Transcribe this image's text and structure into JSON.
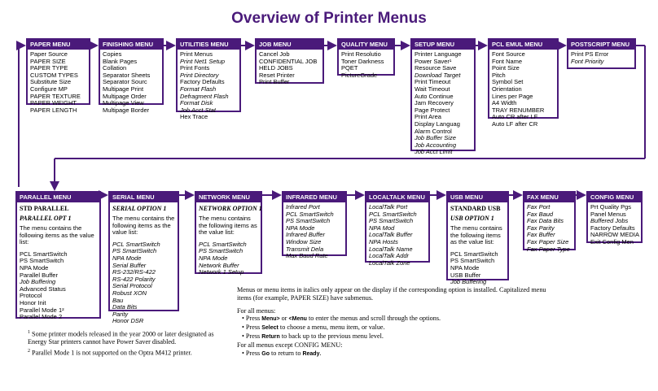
{
  "title": "Overview of Printer Menus",
  "colors": {
    "accent": "#4a1a7a"
  },
  "row1": [
    {
      "name": "PAPER MENU",
      "items": [
        {
          "t": "Paper Source"
        },
        {
          "t": "PAPER SIZE"
        },
        {
          "t": "PAPER TYPE"
        },
        {
          "t": "CUSTOM TYPES"
        },
        {
          "t": "Substitute Size"
        },
        {
          "t": "Configure MP"
        },
        {
          "t": "PAPER TEXTURE"
        },
        {
          "t": "PAPER WEIGHT"
        },
        {
          "t": "PAPER LENGTH"
        }
      ]
    },
    {
      "name": "FINISHING MENU",
      "items": [
        {
          "t": "Copies"
        },
        {
          "t": "Blank Pages"
        },
        {
          "t": "Collation"
        },
        {
          "t": "Separator Sheets"
        },
        {
          "t": "Separator Sourc"
        },
        {
          "t": "Multipage Print"
        },
        {
          "t": "Multipage Order"
        },
        {
          "t": "Multipage View"
        },
        {
          "t": "Multipage Border"
        }
      ]
    },
    {
      "name": "UTILITIES MENU",
      "items": [
        {
          "t": "Print Menus"
        },
        {
          "t": "Print Net1 Setup",
          "i": true
        },
        {
          "t": "Print Fonts"
        },
        {
          "t": "Print Directory",
          "i": true
        },
        {
          "t": "Factory Defaults"
        },
        {
          "t": "Format Flash",
          "i": true
        },
        {
          "t": "Defragment Flash",
          "i": true
        },
        {
          "t": "Format Disk",
          "i": true
        },
        {
          "t": "Job Acct Stat",
          "i": true
        },
        {
          "t": "Hex Trace"
        }
      ]
    },
    {
      "name": "JOB MENU",
      "items": [
        {
          "t": "Cancel Job"
        },
        {
          "t": "CONFIDENTIAL JOB"
        },
        {
          "t": "HELD JOBS"
        },
        {
          "t": "Reset Printer"
        },
        {
          "t": "Print Buffer"
        }
      ]
    },
    {
      "name": "QUALITY MENU",
      "items": [
        {
          "t": "Print Resolutio"
        },
        {
          "t": "Toner Darkness"
        },
        {
          "t": "PQET"
        },
        {
          "t": "PictureGrade"
        }
      ]
    },
    {
      "name": "SETUP MENU",
      "items": [
        {
          "t": "Printer Language"
        },
        {
          "t": "Power Saver¹"
        },
        {
          "t": "Resource Save"
        },
        {
          "t": "Download Target",
          "i": true
        },
        {
          "t": "Print Timeout"
        },
        {
          "t": "Wait Timeout"
        },
        {
          "t": "Auto Continue"
        },
        {
          "t": "Jam Recovery"
        },
        {
          "t": "Page Protect"
        },
        {
          "t": "Print Area"
        },
        {
          "t": "Display Languag"
        },
        {
          "t": "Alarm Control"
        },
        {
          "t": "Job Buffer Size",
          "i": true
        },
        {
          "t": "Job Accounting",
          "i": true
        },
        {
          "t": "Job Acct Limit",
          "i": true
        }
      ]
    },
    {
      "name": "PCL EMUL MENU",
      "items": [
        {
          "t": "Font Source"
        },
        {
          "t": "Font Name"
        },
        {
          "t": "Point Size"
        },
        {
          "t": "Pitch"
        },
        {
          "t": "Symbol Set"
        },
        {
          "t": "Orientation"
        },
        {
          "t": "Lines per Page"
        },
        {
          "t": "A4 Width"
        },
        {
          "t": "TRAY RENUMBER"
        },
        {
          "t": "Auto CR after LF"
        },
        {
          "t": "Auto LF after CR"
        }
      ]
    },
    {
      "name": "POSTSCRIPT MENU",
      "items": [
        {
          "t": "Print PS Error"
        },
        {
          "t": "Font Priority",
          "i": true
        }
      ]
    }
  ],
  "row2": [
    {
      "name": "PARALLEL MENU",
      "head1": "STD PARALLEL",
      "head2": "PARALLEL OPT 1",
      "desc": "The menu contains the following items as the value list:",
      "items": [
        {
          "t": "PCL SmartSwitch"
        },
        {
          "t": "PS SmartSwitch"
        },
        {
          "t": "NPA Mode"
        },
        {
          "t": "Parallel Buffer"
        },
        {
          "t": "Job Buffering",
          "i": true
        },
        {
          "t": "Advanced Status"
        },
        {
          "t": "Protocol"
        },
        {
          "t": "Honor Init"
        },
        {
          "t": "Parallel Mode 1²"
        },
        {
          "t": "Parallel Mode 2"
        }
      ]
    },
    {
      "name": "SERIAL MENU",
      "head2": "SERIAL OPTION 1",
      "desc": "The menu contains the following items as the value list:",
      "items": [
        {
          "t": "PCL SmartSwitch",
          "i": true
        },
        {
          "t": "PS SmartSwitch",
          "i": true
        },
        {
          "t": "NPA Mode",
          "i": true
        },
        {
          "t": "Serial Buffer",
          "i": true
        },
        {
          "t": "RS-232/RS-422",
          "i": true
        },
        {
          "t": "RS-422 Polarity",
          "i": true
        },
        {
          "t": "Serial Protocol",
          "i": true
        },
        {
          "t": "Robust XON",
          "i": true
        },
        {
          "t": "Bau",
          "i": true
        },
        {
          "t": "Data Bits",
          "i": true
        },
        {
          "t": "Parity",
          "i": true
        },
        {
          "t": "Honor DSR",
          "i": true
        }
      ]
    },
    {
      "name": "NETWORK MENU",
      "head2": "NETWORK OPTION 1",
      "desc": "The menu contains the following items as the value list:",
      "items": [
        {
          "t": "PCL SmartSwitch",
          "i": true
        },
        {
          "t": "PS SmartSwitch",
          "i": true
        },
        {
          "t": "NPA Mode",
          "i": true
        },
        {
          "t": "Network Buffer",
          "i": true
        },
        {
          "t": "Network 1 Setup",
          "i": true
        }
      ]
    },
    {
      "name": "INFRARED MENU",
      "items": [
        {
          "t": "Infrared Port",
          "i": true
        },
        {
          "t": "PCL SmartSwitch",
          "i": true
        },
        {
          "t": "PS SmartSwitch",
          "i": true
        },
        {
          "t": "NPA Mode",
          "i": true
        },
        {
          "t": "Infrared Buffer",
          "i": true
        },
        {
          "t": "Window Size",
          "i": true
        },
        {
          "t": "Transmit Dela",
          "i": true
        },
        {
          "t": "Max Baud Rate",
          "i": true
        }
      ]
    },
    {
      "name": "LOCALTALK MENU",
      "items": [
        {
          "t": "LocalTalk Port",
          "i": true
        },
        {
          "t": "PCL SmartSwitch",
          "i": true
        },
        {
          "t": "PS SmartSwitch",
          "i": true
        },
        {
          "t": "NPA Mod",
          "i": true
        },
        {
          "t": "LocalTalk Buffer",
          "i": true
        },
        {
          "t": "NPA Hosts",
          "i": true
        },
        {
          "t": "LocalTalk Name",
          "i": true
        },
        {
          "t": "LocalTalk Addr",
          "i": true
        },
        {
          "t": "LocalTalk Zone",
          "i": true
        }
      ]
    },
    {
      "name": "USB MENU",
      "head1": "STANDARD USB",
      "head2": "USB OPTION 1",
      "desc": "The menu contains the following items as the value list:",
      "items": [
        {
          "t": "PCL SmartSwitch"
        },
        {
          "t": "PS SmartSwitch"
        },
        {
          "t": "NPA Mode"
        },
        {
          "t": "USB Buffer"
        },
        {
          "t": "Job Buffering",
          "i": true
        }
      ]
    },
    {
      "name": "FAX MENU",
      "items": [
        {
          "t": "Fax Port",
          "i": true
        },
        {
          "t": "Fax Baud",
          "i": true
        },
        {
          "t": "Fax Data Bits",
          "i": true
        },
        {
          "t": "Fax Parity",
          "i": true
        },
        {
          "t": "Fax Buffer",
          "i": true
        },
        {
          "t": "Fax Paper Size",
          "i": true
        },
        {
          "t": "Fax Paper Type",
          "i": true
        }
      ]
    },
    {
      "name": "CONFIG MENU",
      "items": [
        {
          "t": "Prt Quality Pgs"
        },
        {
          "t": "Panel Menus"
        },
        {
          "t": "Buffered Jobs",
          "i": true
        },
        {
          "t": "Factory Defaults"
        },
        {
          "t": "NARROW MEDIA"
        },
        {
          "t": "Exit Config Men"
        }
      ]
    }
  ],
  "notes": {
    "intro": "Menus or menu items in italics only appear on the display if the corresponding option is installed. Capitalized menu items (for example, PAPER SIZE) have submenus.",
    "all_menus": "For all menus:",
    "b1_a": "• Press ",
    "b1_k1": "Menu>",
    "b1_b": " or ",
    "b1_k2": "<Menu",
    "b1_c": " to enter the menus and scroll through the options.",
    "b2_a": "• Press ",
    "b2_k": "Select",
    "b2_b": " to choose a menu, menu item, or value.",
    "b3_a": "• Press ",
    "b3_k": "Return",
    "b3_b": " to back up to the previous menu level.",
    "except": "For all menus except CONFIG MENU:",
    "b4_a": "• Press ",
    "b4_k1": "Go",
    "b4_b": " to return to ",
    "b4_k2": "Ready",
    "b4_c": "."
  },
  "footnotes": {
    "n1_mark": "1",
    "n1": " Some printer models released in the year 2000 or later designated as Energy Star printers cannot have Power Saver disabled.",
    "n2_mark": "2",
    "n2": " Parallel Mode 1 is not supported on the Optra M412 printer."
  }
}
